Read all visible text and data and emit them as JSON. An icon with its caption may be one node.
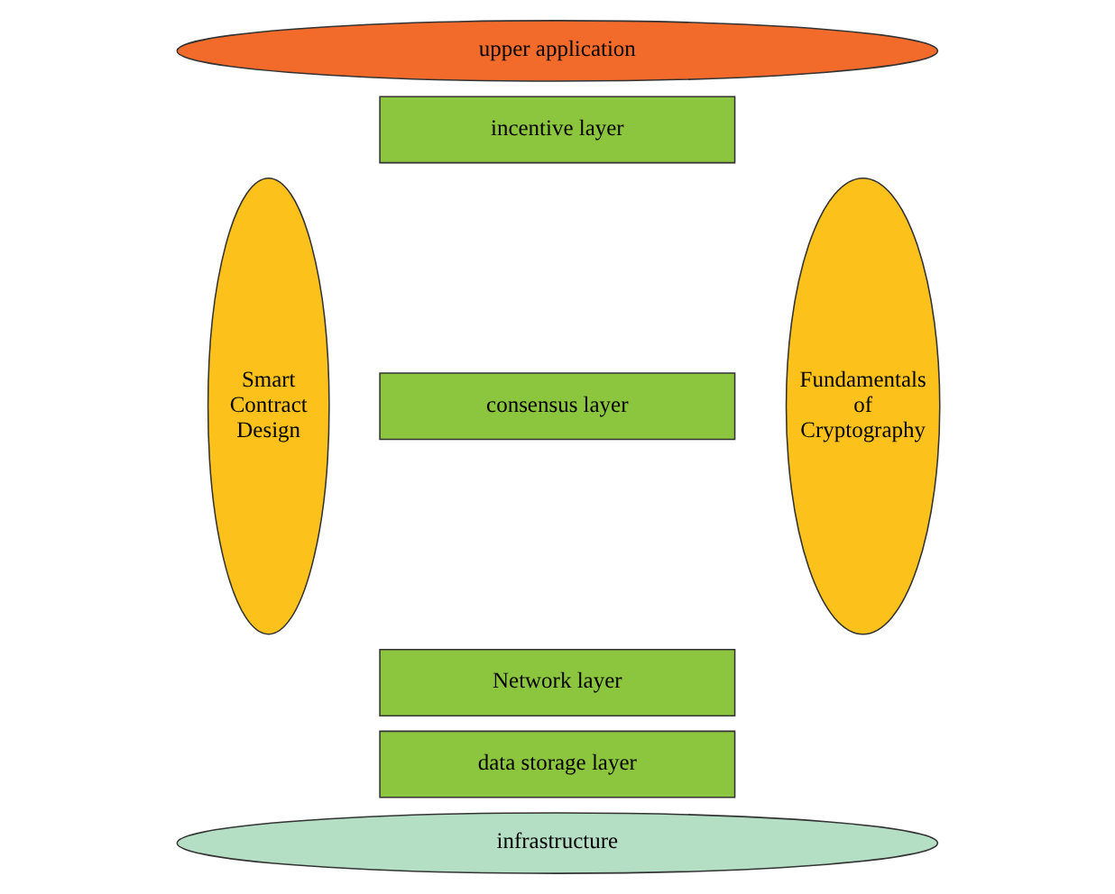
{
  "diagram": {
    "nodes": [
      {
        "text": [
          "upper application"
        ]
      },
      {
        "text": [
          "Smart Contract Design"
        ]
      },
      {
        "text": [
          "incentive layer"
        ]
      },
      {
        "text": [
          "consensus layer"
        ]
      },
      {
        "text": [
          "Network layer"
        ]
      },
      {
        "text": [
          "data storage layer"
        ]
      },
      {
        "text": [
          "Fundamentals of Cryptography"
        ]
      },
      {
        "text": [
          "infrastructure"
        ]
      }
    ],
    "edges": []
  }
}
